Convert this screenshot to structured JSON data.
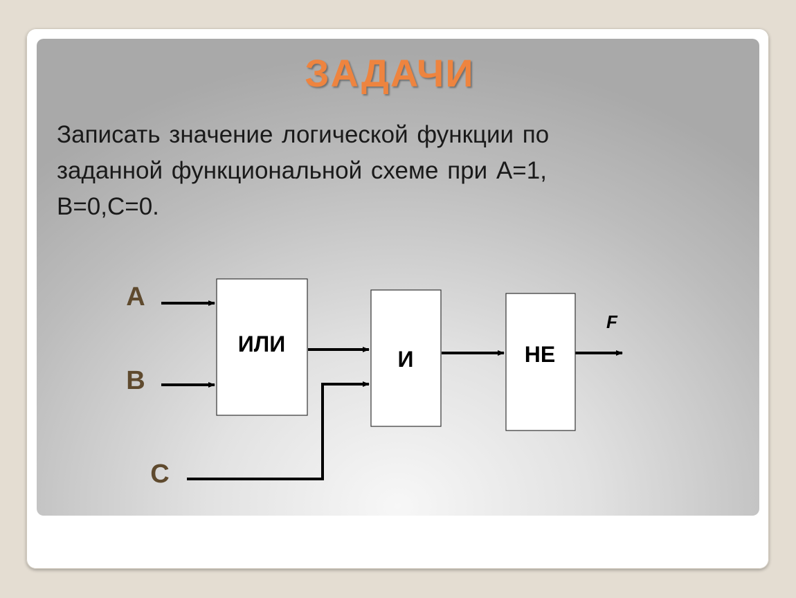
{
  "slide": {
    "title": "ЗАДАЧИ",
    "task_lines": [
      "Записать значение логической функции по",
      "заданной функциональной схеме при  А=1,",
      "В=0,С=0."
    ]
  },
  "diagram": {
    "inputs": {
      "a": "А",
      "b": "В",
      "c": "С"
    },
    "gates": {
      "or": "ИЛИ",
      "and": "И",
      "not": "НЕ"
    },
    "output": "F"
  },
  "colors": {
    "title": "#ee843f",
    "input_labels": "#5f4a2e",
    "background": "#e4ddd2"
  }
}
